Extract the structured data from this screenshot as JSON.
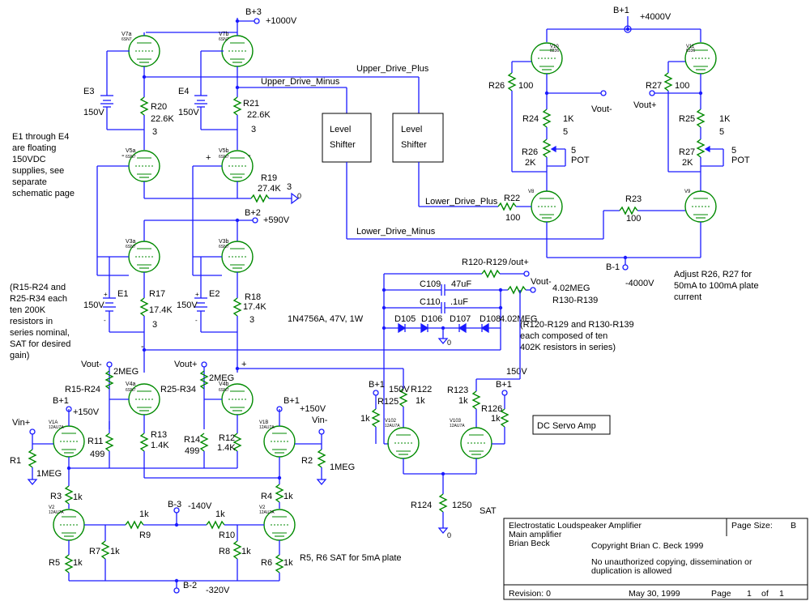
{
  "rails": {
    "b3": "B+3",
    "b3_v": "+1000V",
    "b2": "B+2",
    "b2_v": "+590V",
    "b1": "B+1",
    "b1_v": "+4000V",
    "bm1": "B-1",
    "bm1_v": "-4000V",
    "bm3": "B-3",
    "bm3_v": "-140V",
    "bm2": "B-2",
    "bm2_v": "-320V",
    "b1_150": "+150V"
  },
  "tubes": {
    "v7a": "V7a",
    "v7b": "V7b",
    "v5a": "V5a",
    "v5b": "V5b",
    "v3a": "V3a",
    "v3b": "V3b",
    "v4a": "V4a",
    "v4b": "V4b",
    "v10": "V10",
    "v11": "V11",
    "v8": "V8",
    "v9": "V9",
    "v1a": "V1A",
    "v1b": "V1B",
    "v2": "V2",
    "v102": "V102",
    "v103": "V103",
    "type_6sn7": "6SN7",
    "type_8336": "8336",
    "type_12au7": "12AU7A"
  },
  "sources": {
    "e3": "E3",
    "e4": "E4",
    "e1": "E1",
    "e2": "E2",
    "v150": "150V"
  },
  "resistors": {
    "r20": "R20",
    "r20_v": "22.6K",
    "r21": "R21",
    "r21_v": "22.6K",
    "r19": "R19",
    "r19_v": "27.4K",
    "r17": "R17",
    "r17_v": "17.4K",
    "r18": "R18",
    "r18_v": "17.4K",
    "r26": "R26",
    "r27": "R27",
    "v100": "100",
    "r24": "R24",
    "r25": "R25",
    "v1k": "1K",
    "v1klc": "1k",
    "v5": "5",
    "r26pot": "R26",
    "r27pot": "R27",
    "v2k": "2K",
    "pot": "POT",
    "r22": "R22",
    "r23": "R23",
    "r120": "R120-R129",
    "r130": "R130-R139",
    "meg402": "4.02MEG",
    "r1524": "R15-R24",
    "r2534": "R25-R34",
    "meg2": "2MEG",
    "r11": "R11",
    "v499": "499",
    "r13": "R13",
    "v14k": "1.4K",
    "r14": "R14",
    "r12": "R12",
    "r1": "R1",
    "r2": "R2",
    "meg1": "1MEG",
    "r3": "R3",
    "r4": "R4",
    "r5": "R5",
    "r6": "R6",
    "r7": "R7",
    "r8": "R8",
    "r9": "R9",
    "r10": "R10",
    "r122": "R122",
    "r123": "R123",
    "r125": "R125",
    "r126": "R126",
    "r124": "R124",
    "v1250": "1250",
    "sat": "SAT"
  },
  "caps": {
    "c109": "C109",
    "c109_v": "47uF",
    "c110": "C110",
    "c110_v": ".1uF"
  },
  "diodes": {
    "part": "1N4756A, 47V, 1W",
    "d105": "D105",
    "d106": "D106",
    "d107": "D107",
    "d108": "D108"
  },
  "nets": {
    "upper_plus": "Upper_Drive_Plus",
    "upper_minus": "Upper_Drive_Minus",
    "lower_plus": "Lower_Drive_Plus",
    "lower_minus": "Lower_Drive_Minus",
    "vout_minus": "Vout-",
    "vout_plus": "Vout+",
    "vout_minus_hi": "Vout-",
    "vout_plus_hi": "Vout+",
    "vout_plus_top": "/out+",
    "vin_plus": "Vin+",
    "vin_minus": "Vin-",
    "num3": "3",
    "zero": "0",
    "plus": "+",
    "minus": "-"
  },
  "blocks": {
    "level": "Level",
    "shifter": "Shifter",
    "dc_servo": "DC Servo Amp"
  },
  "notes": {
    "e_note": [
      "E1 through E4",
      "are floating",
      "150VDC",
      "supplies, see",
      "separate",
      "schematic page"
    ],
    "r_note": [
      "(R15-R24 and",
      "R25-R34 each",
      "ten 200K",
      "resistors in",
      "series nominal,",
      "SAT for desired",
      "gain)"
    ],
    "adj_note": [
      "Adjust R26, R27 for",
      "50mA to 100mA plate",
      "current"
    ],
    "r120_note": [
      "(R120-R129 and R130-R139",
      "each composed of ten",
      "402K resistors in series)"
    ],
    "r5r6_note": "R5, R6 SAT for 5mA plate"
  },
  "title_block": {
    "title": "Electrostatic Loudspeaker Amplifier",
    "sub": "Main amplifier",
    "author": "Brian Beck",
    "page_size_label": "Page Size:",
    "page_size": "B",
    "copyright": "Copyright Brian C. Beck 1999",
    "notice1": "No unauthorized copying, dissemination or",
    "notice2": "duplication is allowed",
    "revision": "Revision: 0",
    "date": "May 30, 1999",
    "page_label": "Page",
    "page": "1",
    "of": "of",
    "pages": "1"
  }
}
